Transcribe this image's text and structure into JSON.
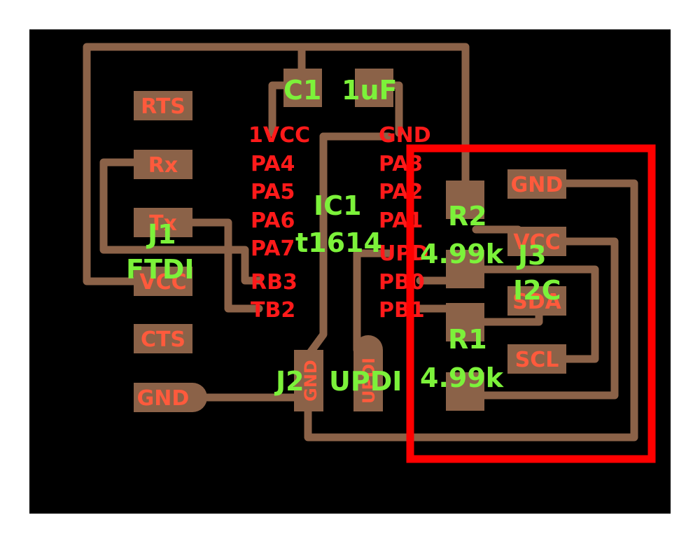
{
  "board": {
    "colors": {
      "background": "#000000",
      "copper": "#8b6248",
      "pad_label": "#ff5a3c",
      "pin_label": "#ff1a1a",
      "silkscreen": "#7cf23a",
      "highlight": "#ff0000"
    }
  },
  "ftdi": {
    "pads": [
      "RTS",
      "Rx",
      "Tx",
      "VCC",
      "CTS",
      "GND"
    ],
    "ref": "J1",
    "name": "FTDI"
  },
  "cap": {
    "ref": "C1",
    "value": "1uF"
  },
  "ic": {
    "ref": "IC1",
    "name": "t1614",
    "left_pins": [
      "1VCC",
      "PA4",
      "PA5",
      "PA6",
      "PA7",
      "RB3",
      "TB2"
    ],
    "right_pins": [
      "GND",
      "PA3",
      "PA2",
      "PA1",
      "UPDI",
      "PB0",
      "PB1"
    ]
  },
  "updi": {
    "ref": "J2",
    "name": "UPDI",
    "pads": [
      "GND",
      "UPDI"
    ]
  },
  "resistors": [
    {
      "ref": "R2",
      "value": "4.99k"
    },
    {
      "ref": "R1",
      "value": "4.99k"
    }
  ],
  "i2c": {
    "ref": "J3",
    "name": "I2C",
    "pads": [
      "GND",
      "VCC",
      "SDA",
      "SCL"
    ]
  }
}
